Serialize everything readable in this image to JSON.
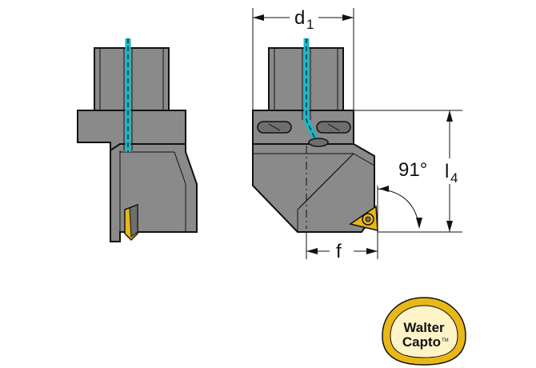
{
  "dimensions": {
    "d": {
      "label": "d",
      "sub": "1"
    },
    "l": {
      "label": "l",
      "sub": "4"
    },
    "f": {
      "label": "f"
    },
    "angle": {
      "label": "91°"
    }
  },
  "logo": {
    "line1": "Walter",
    "line2": "Capto",
    "tm": "TM"
  },
  "colors": {
    "body": "#8a8a8a",
    "body_dark": "#6e6e6e",
    "outline": "#111111",
    "coolant": "#19b8c8",
    "insert": "#e8b818",
    "logo_ring": "#e8b818",
    "logo_inner": "#fff4c8"
  }
}
